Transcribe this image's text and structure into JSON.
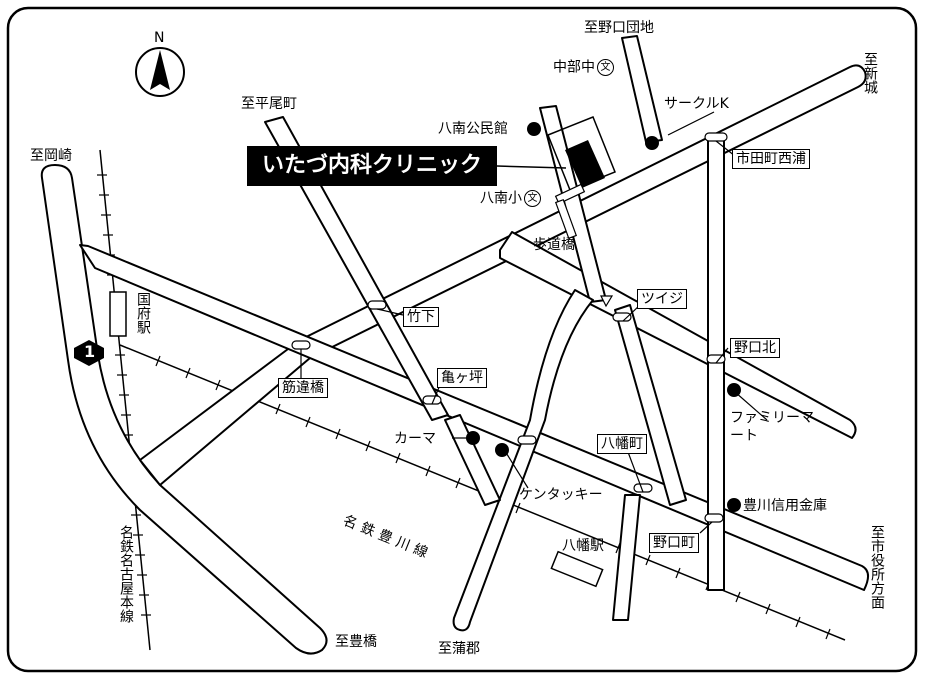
{
  "map": {
    "clinic_name": "いたづ内科クリニック",
    "compass": "N",
    "route_number": "1",
    "directions": {
      "nogutidanchi": "至野口団地",
      "hiraomachi": "至平尾町",
      "okazaki": "至岡崎",
      "shinshiro": "至新城",
      "shiyakusho": "至市役所方面",
      "toyohashi": "至豊橋",
      "gamagori": "至蒲郡"
    },
    "landmarks": {
      "chubu_jhs": "中部中",
      "hachinan_hall": "八南公民館",
      "hachinan_es": "八南小",
      "footbridge": "歩道橋",
      "circle_k": "サークルK",
      "kama": "カーマ",
      "kentucky": "ケンタッキー",
      "familymart": "ファミリーマート",
      "shinkin": "豊川信用金庫",
      "kokufu_station": "国府駅",
      "yawata_station": "八幡駅",
      "meitetsu_toyokawa": "名鉄豊川線",
      "meitetsu_nagoya": "名鉄名古屋本線"
    },
    "signals": {
      "ichidacho_nishiura": "市田町西浦",
      "takeshita": "竹下",
      "tsuiji": "ツイジ",
      "noguchi_kita": "野口北",
      "sujikaibashi": "筋違橋",
      "kamegatsubo": "亀ヶ坪",
      "yawatacho": "八幡町",
      "noguchicho": "野口町"
    }
  }
}
